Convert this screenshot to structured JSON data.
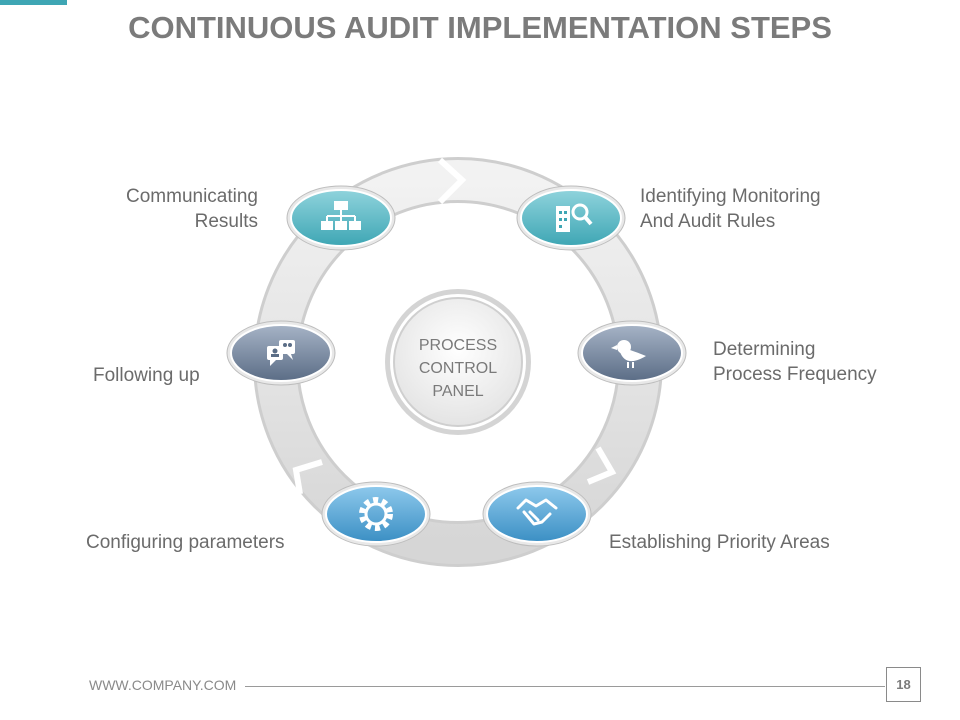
{
  "title": "CONTINUOUS AUDIT IMPLEMENTATION STEPS",
  "center": {
    "lines": [
      "PROCESS",
      "CONTROL",
      "PANEL"
    ]
  },
  "steps": [
    {
      "label_lines": [
        "Identifying Monitoring",
        "And Audit Rules"
      ],
      "icon": "building-search-icon",
      "color": "#3ea6b4"
    },
    {
      "label_lines": [
        "Determining",
        "Process Frequency"
      ],
      "icon": "bird-icon",
      "color": "#5b6d86"
    },
    {
      "label_lines": [
        "Establishing Priority Areas"
      ],
      "icon": "handshake-icon",
      "color": "#3b8fc4"
    },
    {
      "label_lines": [
        "Configuring parameters"
      ],
      "icon": "gear-icon",
      "color": "#3b8fc4"
    },
    {
      "label_lines": [
        "Following up"
      ],
      "icon": "chat-people-icon",
      "color": "#5b6d86"
    },
    {
      "label_lines": [
        "Communicating",
        "Results"
      ],
      "icon": "org-chart-icon",
      "color": "#3ea6b4"
    }
  ],
  "footer": {
    "url": "WWW.COMPANY.COM",
    "page": "18"
  },
  "colors": {
    "teal": "#3ea6b4",
    "slate": "#5b6d86",
    "blue": "#3b8fc4",
    "title": "#7b7b7b"
  }
}
